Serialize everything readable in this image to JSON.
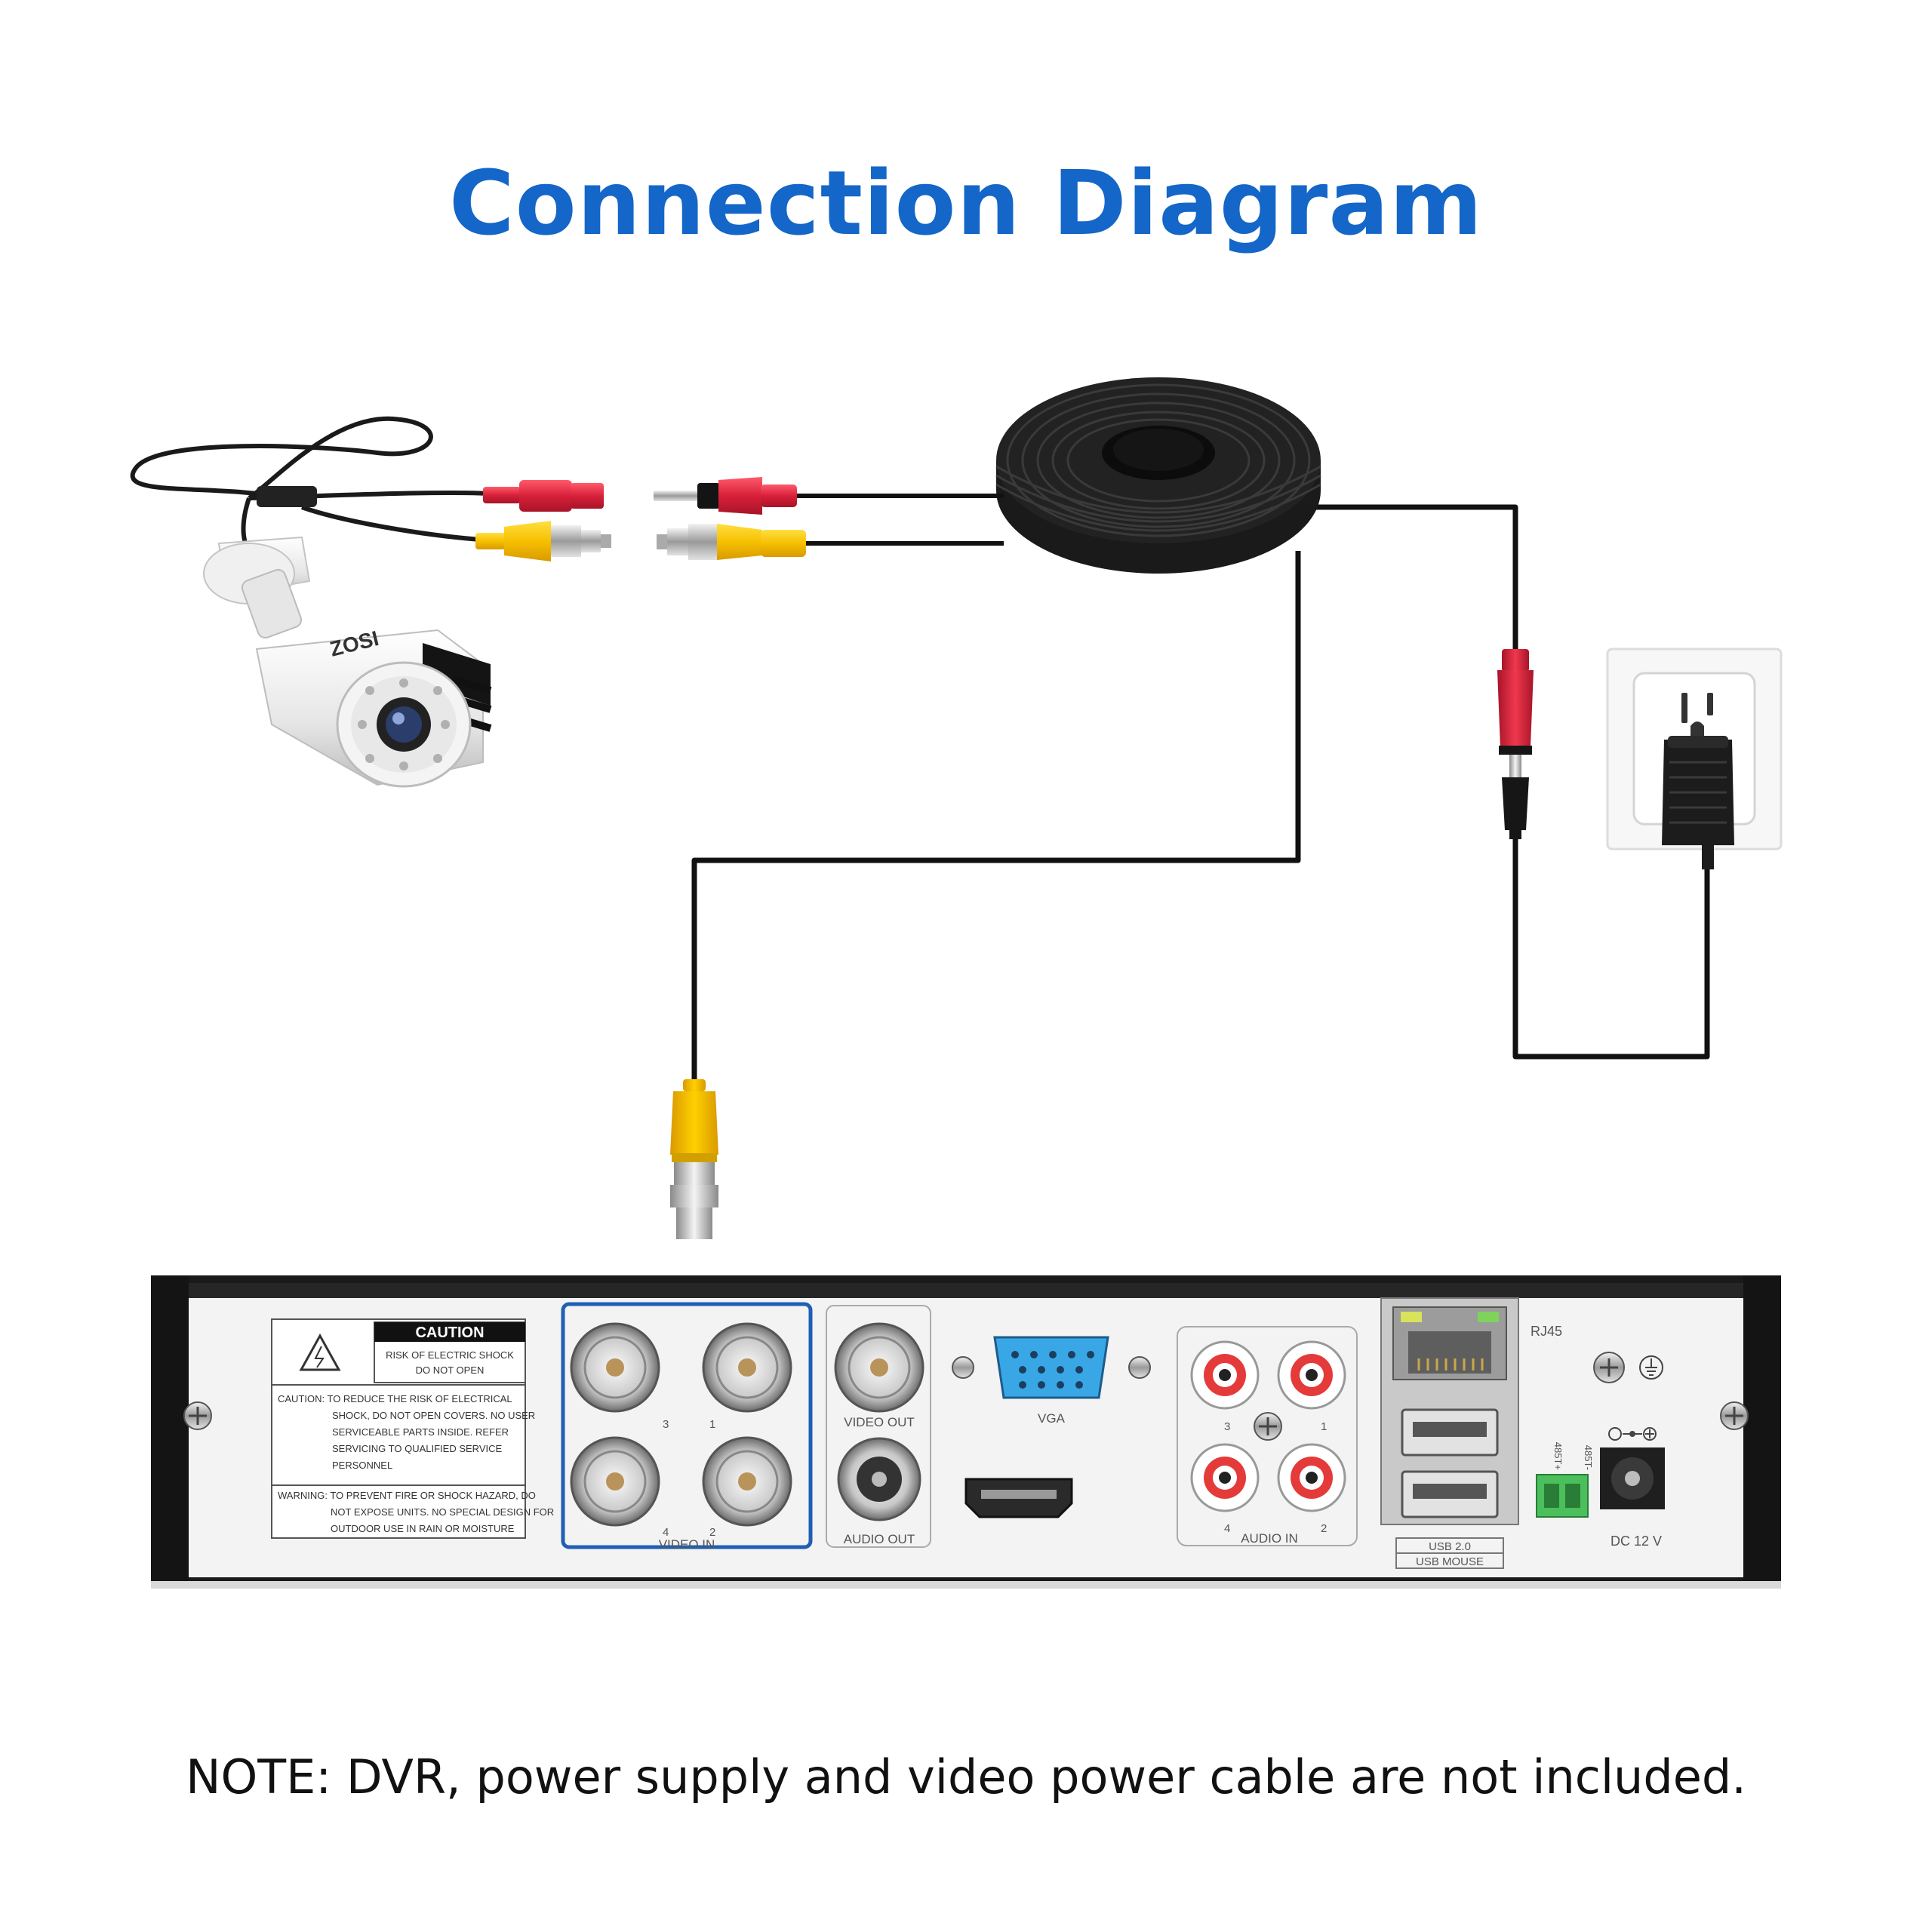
{
  "title": "Connection Diagram",
  "note": "NOTE: DVR, power supply and video power cable are not included.",
  "camera": {
    "brand": "ZOSI"
  },
  "dvr": {
    "caution": {
      "heading": "CAUTION",
      "line1": "RISK OF ELECTRIC SHOCK",
      "line2": "DO NOT OPEN",
      "text1": "CAUTION: TO REDUCE THE RISK OF ELECTRICAL",
      "text2": "SHOCK, DO NOT OPEN COVERS. NO USER",
      "text3": "SERVICEABLE PARTS INSIDE. REFER",
      "text4": "SERVICING TO QUALIFIED SERVICE",
      "text5": "PERSONNEL",
      "warn1": "WARNING: TO PREVENT FIRE OR SHOCK HAZARD, DO",
      "warn2": "NOT EXPOSE UNITS. NO SPECIAL DESIGN FOR",
      "warn3": "OUTDOOR USE IN RAIN OR MOISTURE"
    },
    "video_in": {
      "label": "VIDEO IN",
      "ch1": "1",
      "ch2": "2",
      "ch3": "3",
      "ch4": "4"
    },
    "video_out": "VIDEO OUT",
    "audio_out": "AUDIO OUT",
    "vga": "VGA",
    "audio_in": {
      "label": "AUDIO IN",
      "ch1": "1",
      "ch2": "2",
      "ch3": "3",
      "ch4": "4"
    },
    "rj45": "RJ45",
    "usb1": "USB 2.0",
    "usb2": "USB MOUSE",
    "rs485a": "485T+",
    "rs485b": "485T-",
    "dc": "DC 12 V"
  },
  "colors": {
    "title": "#1466c8",
    "highlight": "#1f5fb4",
    "power_plug": "#d8203a",
    "video_plug": "#f6c000"
  }
}
